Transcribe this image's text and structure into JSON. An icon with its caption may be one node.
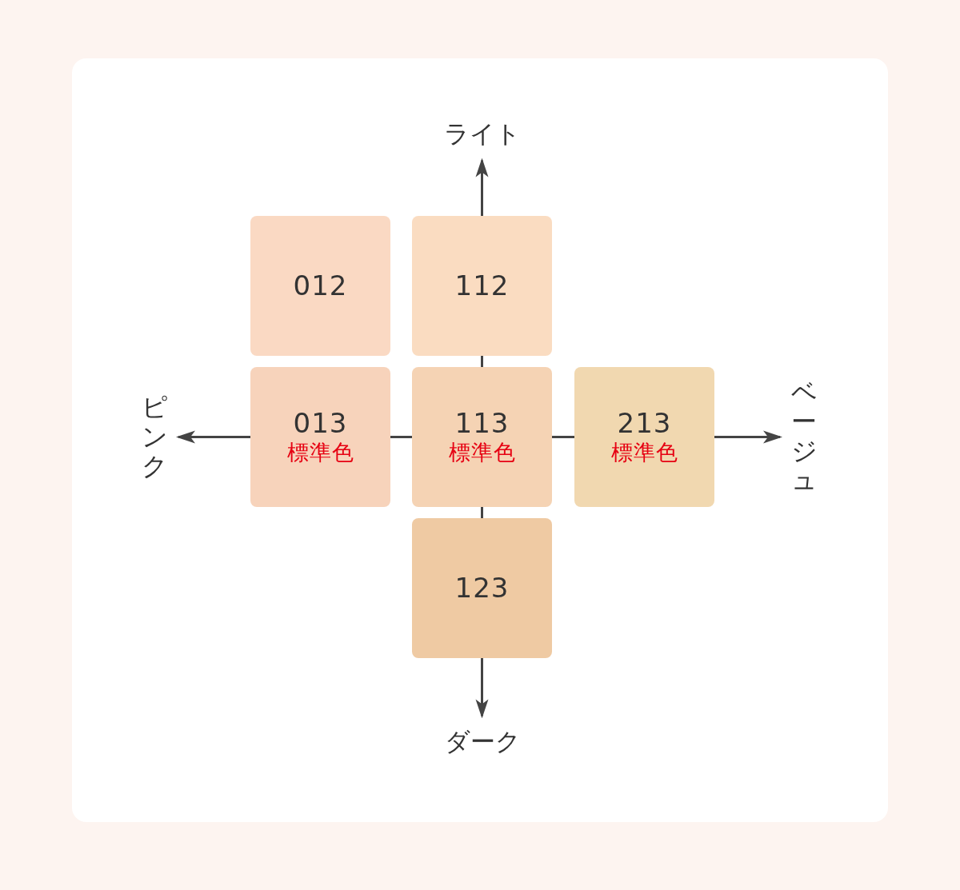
{
  "diagram": {
    "nodes": [
      {
        "text": [
          "ライト"
        ]
      },
      {
        "text": [
          "012"
        ]
      },
      {
        "text": [
          "112"
        ]
      },
      {
        "text": [
          "ピンク"
        ]
      },
      {
        "text": [
          "013",
          "標準色"
        ]
      },
      {
        "text": [
          "113",
          "標準色"
        ]
      },
      {
        "text": [
          "213",
          "標準色"
        ]
      },
      {
        "text": [
          "ベージュ"
        ]
      },
      {
        "text": [
          "123"
        ]
      },
      {
        "text": [
          "ダーク"
        ]
      }
    ],
    "edges": [
      {
        "from": 2,
        "to": 0,
        "arrow": "to"
      },
      {
        "from": 2,
        "to": 5,
        "arrow": "none"
      },
      {
        "from": 4,
        "to": 3,
        "arrow": "to"
      },
      {
        "from": 4,
        "to": 5,
        "arrow": "none"
      },
      {
        "from": 5,
        "to": 6,
        "arrow": "none"
      },
      {
        "from": 6,
        "to": 7,
        "arrow": "to"
      },
      {
        "from": 5,
        "to": 8,
        "arrow": "none"
      },
      {
        "from": 8,
        "to": 9,
        "arrow": "to"
      }
    ]
  }
}
